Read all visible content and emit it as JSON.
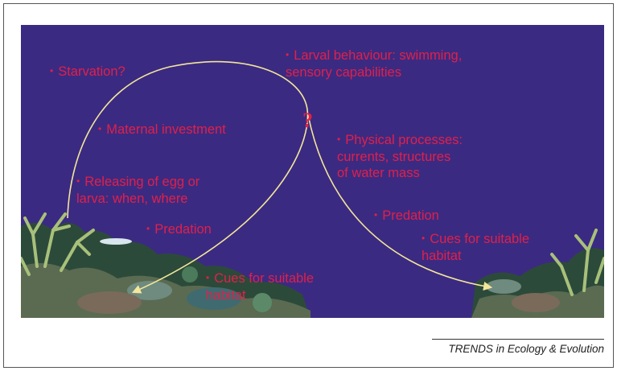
{
  "labels": {
    "starvation": "Starvation?",
    "larval_behaviour_1": "Larval behaviour: swimming,",
    "larval_behaviour_2": "sensory capabilities",
    "maternal": "Maternal investment",
    "physical_1": "Physical processes:",
    "physical_2": "currents, structures",
    "physical_3": "of water mass",
    "releasing_1": "Releasing of egg or",
    "releasing_2": "larva: when, where",
    "predation_left": "Predation",
    "predation_right": "Predation",
    "cues_right_1": "Cues for suitable",
    "cues_right_2": "habitat",
    "cues_left_1": "Cues for suitable",
    "cues_left_2": "habitat",
    "question_mark": "?",
    "bullet": "•"
  },
  "credit": "TRENDS in Ecology & Evolution",
  "colors": {
    "background": "#3b2a82",
    "label_text": "#e0204a",
    "arrow": "#f3e79a"
  }
}
